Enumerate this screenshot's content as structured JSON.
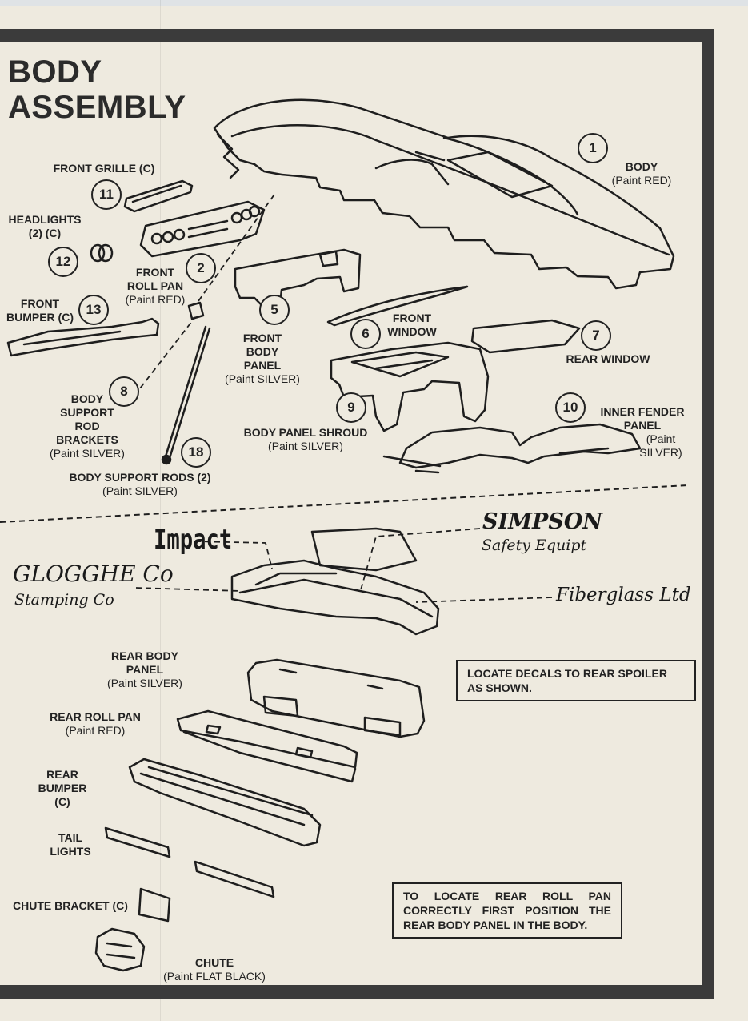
{
  "page": {
    "title_line1": "BODY",
    "title_line2": "ASSEMBLY"
  },
  "parts": [
    {
      "number": "1",
      "label": "BODY",
      "note": "(Paint RED)"
    },
    {
      "number": "2",
      "label": "FRONT ROLL PAN",
      "note": "(Paint RED)"
    },
    {
      "number": "5",
      "label": "FRONT BODY PANEL",
      "note": "(Paint SILVER)"
    },
    {
      "number": "6",
      "label": "FRONT WINDOW"
    },
    {
      "number": "7",
      "label": "REAR WINDOW"
    },
    {
      "number": "8",
      "label": "BODY SUPPORT ROD BRACKETS",
      "note": "(Paint SILVER)"
    },
    {
      "number": "9",
      "label": "BODY PANEL SHROUD",
      "note": "(Paint SILVER)"
    },
    {
      "number": "10",
      "label": "INNER FENDER PANEL",
      "note": "(Paint SILVER)"
    },
    {
      "number": "11",
      "label": "FRONT GRILLE (C)"
    },
    {
      "number": "12",
      "label": "HEADLIGHTS (2) (C)"
    },
    {
      "number": "13",
      "label": "FRONT BUMPER (C)"
    },
    {
      "number": "18",
      "label": "BODY SUPPORT RODS (2)",
      "note": "(Paint SILVER)"
    }
  ],
  "rear_parts": [
    {
      "label": "REAR BODY PANEL",
      "note": "(Paint SILVER)"
    },
    {
      "label": "REAR ROLL PAN",
      "note": "(Paint RED)"
    },
    {
      "label": "REAR BUMPER (C)"
    },
    {
      "label": "TAIL LIGHTS"
    },
    {
      "label": "CHUTE BRACKET (C)"
    },
    {
      "label": "CHUTE",
      "note": "(Paint FLAT BLACK)"
    }
  ],
  "decals": {
    "impact": "Impact",
    "simpson_line1": "SIMPSON",
    "simpson_line2": "Safety Equipt",
    "glogghe_line1": "GLOGGHE Co",
    "glogghe_line2": "Stamping Co",
    "fiberglass": "Fiberglass Ltd"
  },
  "notes": {
    "decal_note": "LOCATE DECALS TO REAR SPOILER AS SHOWN.",
    "roll_pan_note": "TO LOCATE REAR ROLL PAN CORRECTLY FIRST POSITION THE REAR BODY PANEL IN THE BODY."
  },
  "colors": {
    "paper": "#eeeadf",
    "ink": "#1e1e1e",
    "frame": "#3b3b3b"
  }
}
